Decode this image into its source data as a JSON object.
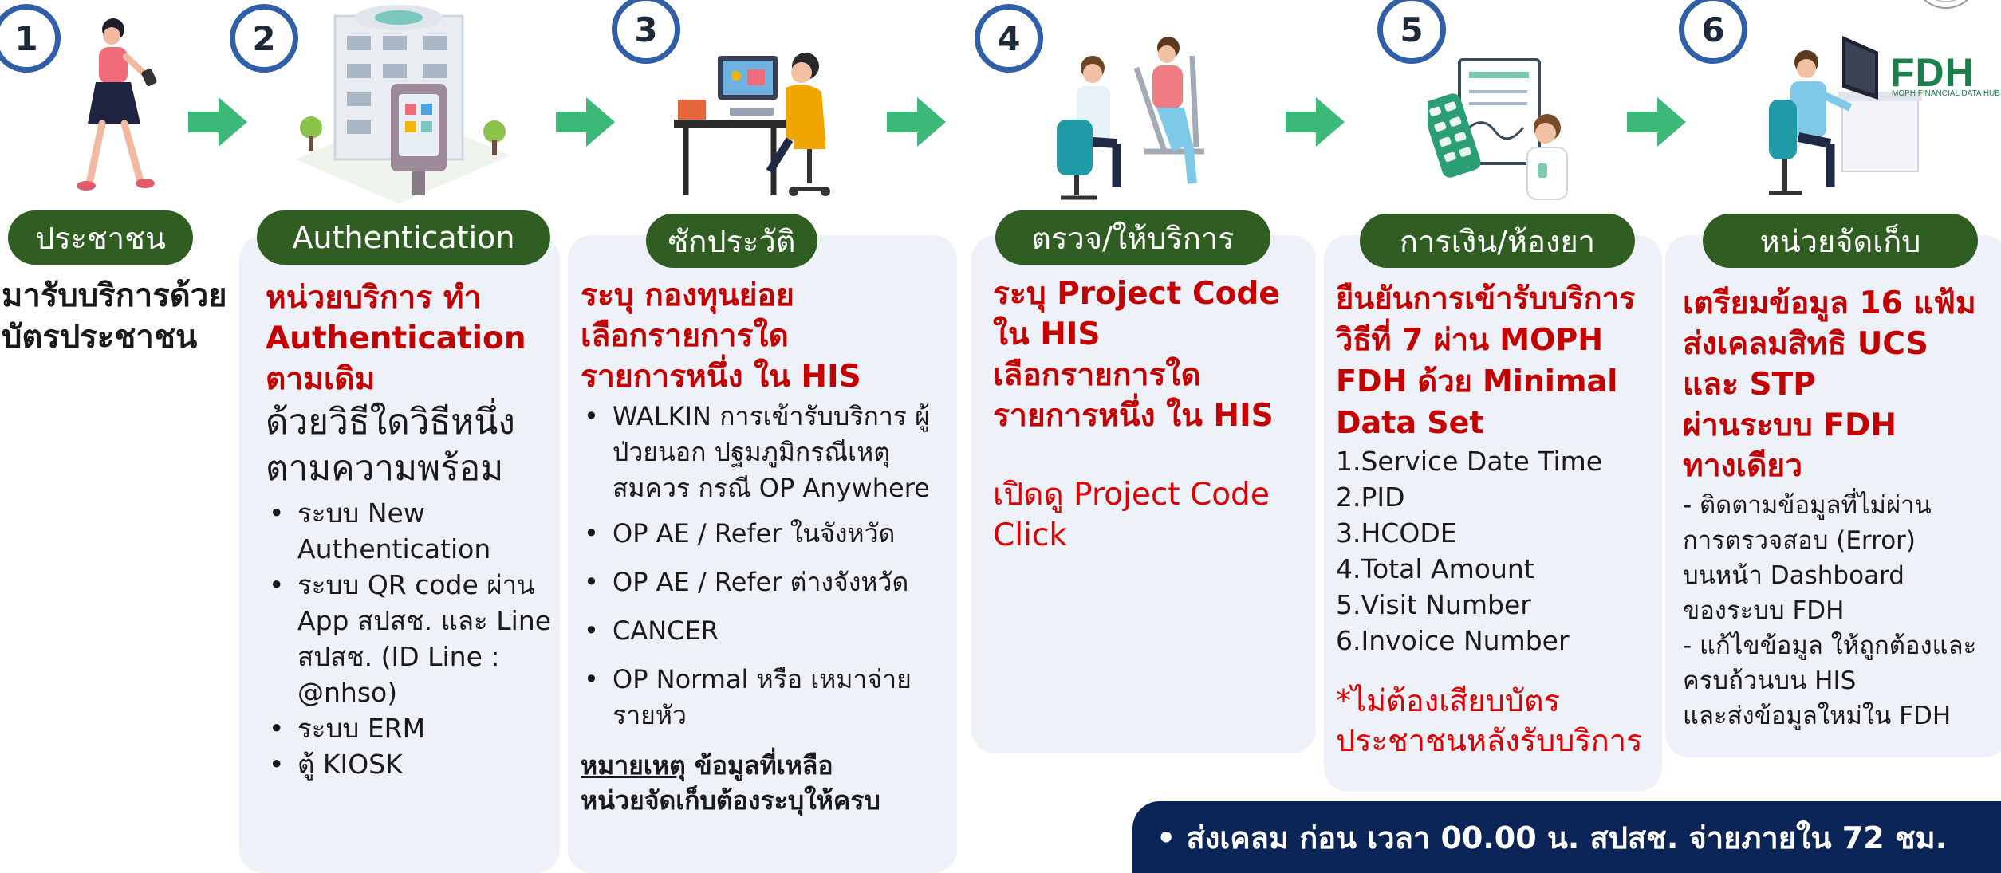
{
  "steps": [
    {
      "number": "1",
      "label": "ประชาชน",
      "red_lines": [
        "มารับบริการด้วย",
        "บัตรประชาชน"
      ]
    },
    {
      "number": "2",
      "label": "Authentication",
      "red_lines": [
        "หน่วยบริการ ทำ",
        "Authentication",
        "ตามเดิม"
      ],
      "black_lines": [
        "ด้วยวิธีใดวิธีหนึ่ง",
        "ตามความพร้อม"
      ],
      "bullets": [
        "ระบบ New Authentication",
        "ระบบ QR code ผ่าน App สปสช. และ Line สปสช. (ID Line : @nhso)",
        "ระบบ ERM",
        "ตู้ KIOSK"
      ]
    },
    {
      "number": "3",
      "label": "ซักประวัติ",
      "red_lines": [
        "ระบุ กองทุนย่อย",
        "เลือกรายการใด",
        "รายการหนึ่ง ใน HIS"
      ],
      "bullets": [
        "WALKIN การเข้ารับบริการ ผู้ป่วยนอก ปฐมภูมิกรณีเหตุสมควร กรณี OP Anywhere",
        "OP AE / Refer ในจังหวัด",
        "OP AE / Refer ต่างจังหวัด",
        "CANCER",
        "OP Normal หรือ เหมาจ่ายรายหัว"
      ],
      "note_label": "หมายเหตุ",
      "note_text": " ข้อมูลที่เหลือ",
      "note_line2": "หน่วยจัดเก็บต้องระบุให้ครบ"
    },
    {
      "number": "4",
      "label": "ตรวจ/ให้บริการ",
      "red_lines": [
        "ระบุ Project Code",
        "ใน HIS",
        "เลือกรายการใด",
        "รายการหนึ่ง ใน HIS"
      ],
      "link_lines": [
        "เปิดดู Project Code",
        "Click"
      ]
    },
    {
      "number": "5",
      "label": "การเงิน/ห้องยา",
      "red_lines": [
        "ยืนยันการเข้ารับบริการ",
        "วิธีที่ 7 ผ่าน MOPH",
        "FDH ด้วย Minimal",
        "Data Set"
      ],
      "items": [
        "1.Service Date Time",
        "2.PID",
        "3.HCODE",
        "4.Total Amount",
        "5.Visit Number",
        "6.Invoice Number"
      ],
      "warn_lines": [
        "*ไม่ต้องเสียบบัตร",
        "ประชาชนหลังรับบริการ"
      ]
    },
    {
      "number": "6",
      "label": "หน่วยจัดเก็บ",
      "red_lines": [
        "เตรียมข้อมูล 16 แฟ้ม",
        "ส่งเคลมสิทธิ UCS",
        "และ STP",
        "ผ่านระบบ FDH",
        "ทางเดียว"
      ],
      "black_lines": [
        "- ติดตามข้อมูลที่ไม่ผ่าน",
        "การตรวจสอบ (Error)",
        "บนหน้า Dashboard",
        "ของระบบ FDH",
        "- แก้ไขข้อมูล ให้ถูกต้องและ",
        "ครบถ้วนบน HIS",
        "และส่งข้อมูลใหม่ใน FDH"
      ]
    }
  ],
  "fdh_logo": {
    "text": "FDH",
    "subtitle": "MOPH FINANCIAL DATA HUB"
  },
  "banner": "•  ส่งเคลม ก่อน เวลา 00.00 น.  สปสช. จ่ายภายใน 72 ชม.",
  "colors": {
    "accent_red": "#c40000",
    "pill_green": "#2f5d22",
    "arrow_green": "#3cb878",
    "circle_blue": "#2f5fa7",
    "banner_navy": "#0b2559"
  }
}
